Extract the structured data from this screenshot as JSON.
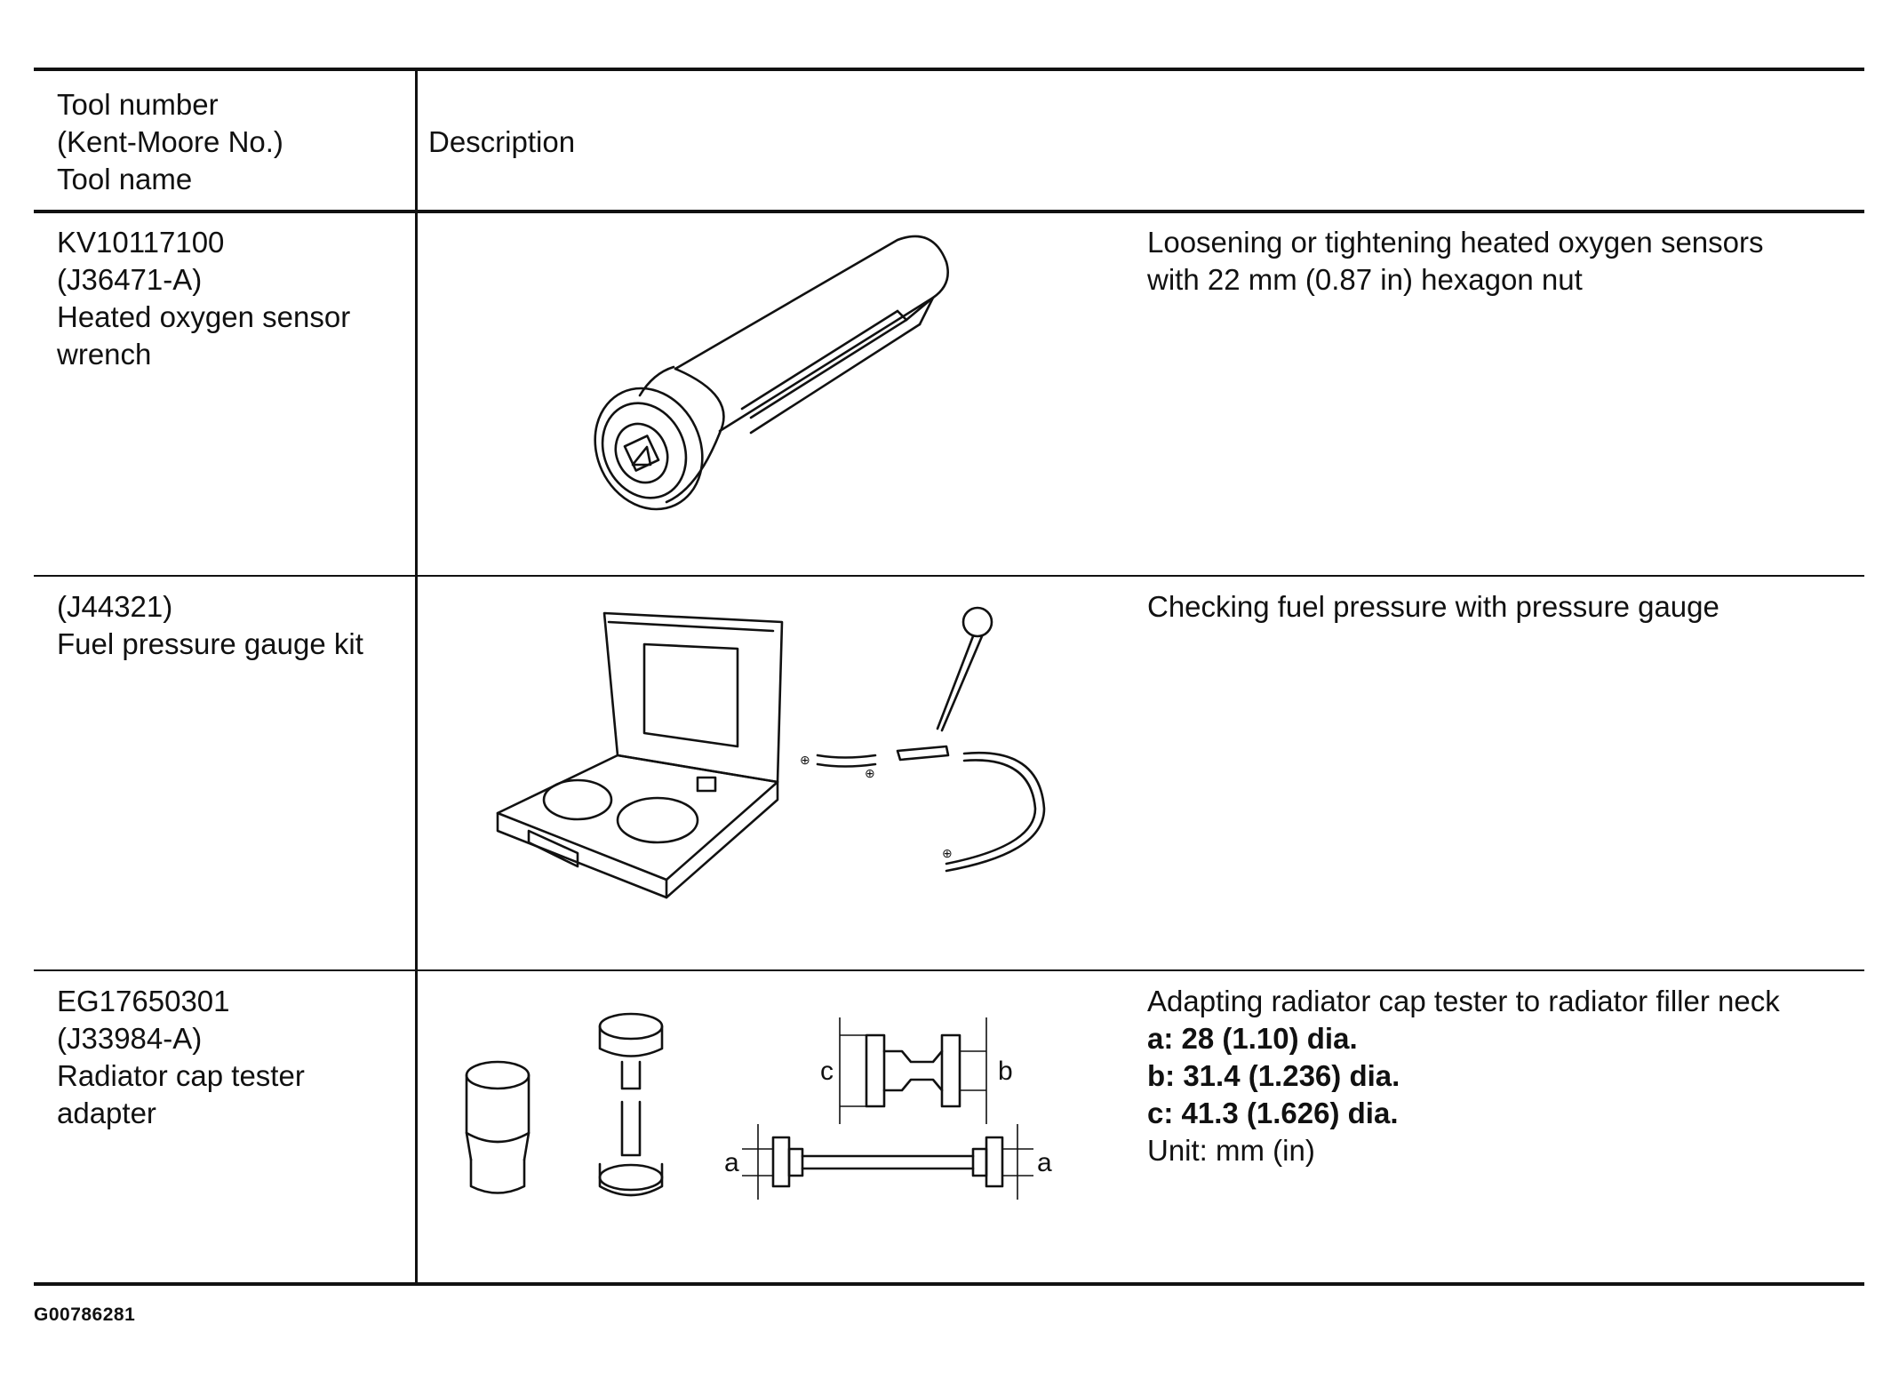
{
  "table": {
    "header": {
      "col1": [
        "Tool number",
        "(Kent-Moore No.)",
        "Tool name"
      ],
      "col2": "Description"
    },
    "rows": [
      {
        "tool": [
          "KV10117100",
          "(J36471-A)",
          "Heated oxygen sensor",
          "wrench"
        ],
        "description": [
          "Loosening or tightening heated oxygen sensors",
          "with 22 mm (0.87 in) hexagon nut"
        ],
        "illustration_icon": "heated-oxygen-sensor-wrench-illustration"
      },
      {
        "tool": [
          "(J44321)",
          "Fuel pressure gauge kit"
        ],
        "description": [
          "Checking fuel pressure with pressure gauge"
        ],
        "illustration_icon": "fuel-pressure-gauge-kit-illustration"
      },
      {
        "tool": [
          "EG17650301",
          "(J33984-A)",
          "Radiator cap tester",
          "adapter"
        ],
        "description": [
          "Adapting radiator cap tester to radiator filler neck"
        ],
        "dimensions": [
          "a: 28 (1.10) dia.",
          "b: 31.4 (1.236) dia.",
          "c: 41.3 (1.626) dia."
        ],
        "unit": "Unit: mm (in)",
        "illustration_icon": "radiator-cap-tester-adapter-illustration",
        "dimension_labels": {
          "a": "a",
          "b": "b",
          "c": "c"
        }
      }
    ]
  },
  "footer": {
    "code": "G00786281"
  }
}
